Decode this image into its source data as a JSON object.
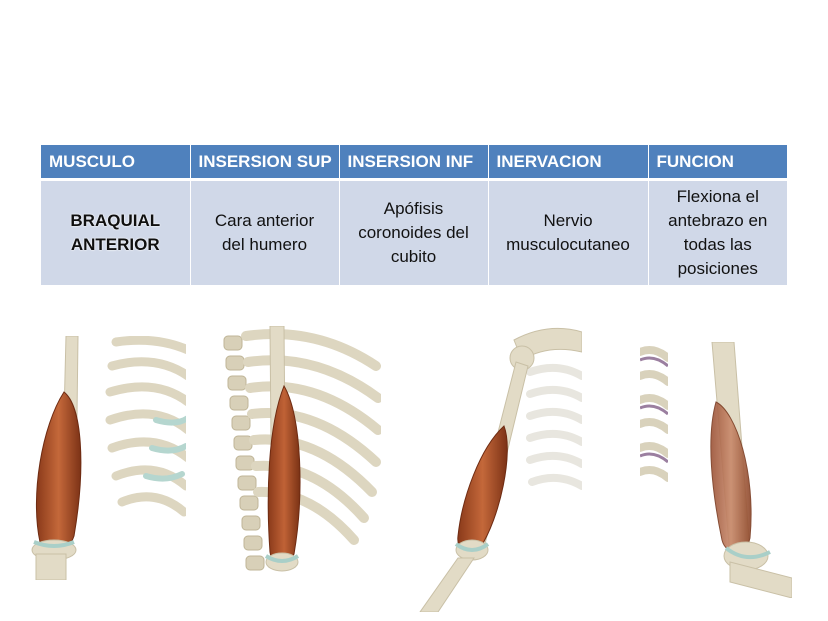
{
  "table": {
    "headers": [
      "MUSCULO",
      "INSERSION SUP",
      "INSERSION INF",
      "INERVACION",
      "FUNCION"
    ],
    "row": {
      "musculo": "BRAQUIAL\nANTERIOR",
      "insersion_sup": "Cara anterior\ndel humero",
      "insersion_inf": "Apófisis\ncoronoides del\ncubito",
      "inervacion": "Nervio\nmusculocutaneo",
      "funcion": "Flexiona el\nantebrazo en\ntodas las\nposiciones"
    }
  },
  "colors": {
    "header_bg": "#4f81bd",
    "row_bg": "#d0d8e8",
    "muscle": "#b4582e",
    "bone": "#e4ddc8",
    "cartilage": "#b9d8d3"
  }
}
